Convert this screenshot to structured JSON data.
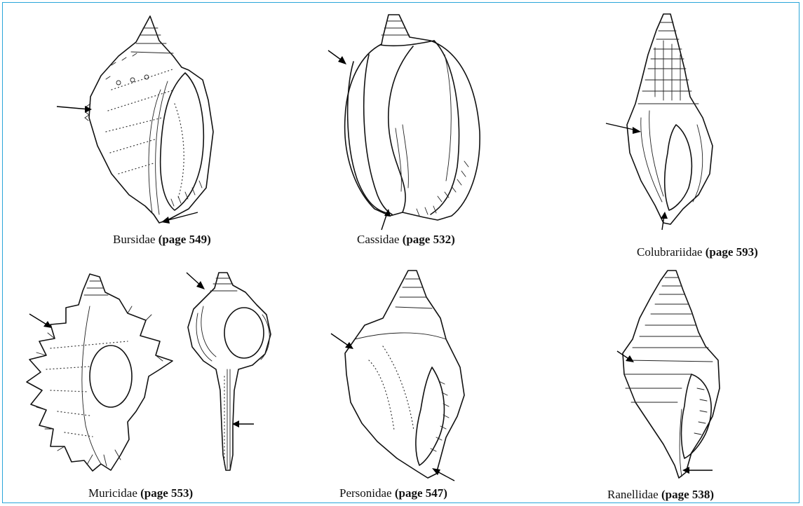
{
  "figure": {
    "border_color": "#2aa6d9",
    "families": [
      {
        "key": "bursidae",
        "name": "Bursidae",
        "page": "(page 549)"
      },
      {
        "key": "cassidae",
        "name": "Cassidae",
        "page": "(page 532)"
      },
      {
        "key": "colubrariidae",
        "name": "Colubrariidae",
        "page": "(page 593)"
      },
      {
        "key": "muricidae",
        "name": "Muricidae",
        "page": "(page 553)"
      },
      {
        "key": "personidae",
        "name": "Personidae",
        "page": "(page 547)"
      },
      {
        "key": "ranellidae",
        "name": "Ranellidae",
        "page": "(page 538)"
      }
    ]
  }
}
